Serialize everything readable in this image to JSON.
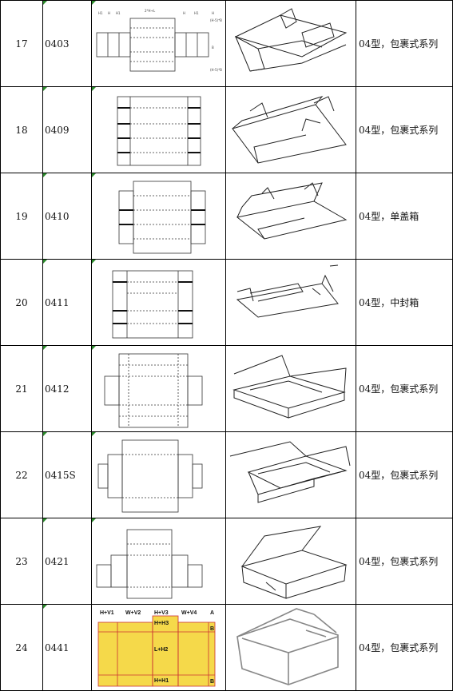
{
  "rows": [
    {
      "num": "17",
      "code": "0403",
      "desc": "04型，包裹式系列"
    },
    {
      "num": "18",
      "code": "0409",
      "desc": "04型，包裹式系列"
    },
    {
      "num": "19",
      "code": "0410",
      "desc": "04型，单盖箱"
    },
    {
      "num": "20",
      "code": "0411",
      "desc": "04型，中封箱"
    },
    {
      "num": "21",
      "code": "0412",
      "desc": "04型，包裹式系列"
    },
    {
      "num": "22",
      "code": "0415S",
      "desc": "04型，包裹式系列"
    },
    {
      "num": "23",
      "code": "0421",
      "desc": "04型，包裹式系列"
    },
    {
      "num": "24",
      "code": "0441",
      "desc": "04型，包裹式系列"
    }
  ],
  "diagram_labels": {
    "r24": {
      "top": [
        "H+V1",
        "W+V2",
        "H+V3",
        "W+V4",
        "A"
      ],
      "h3": "H+H3",
      "h2": "L+H2",
      "h1": "H+H1",
      "b": "B"
    }
  },
  "colors": {
    "border": "#000000",
    "accent": "#2a8a2a",
    "fill24": "#f5d94a",
    "line24": "#cc3333"
  }
}
